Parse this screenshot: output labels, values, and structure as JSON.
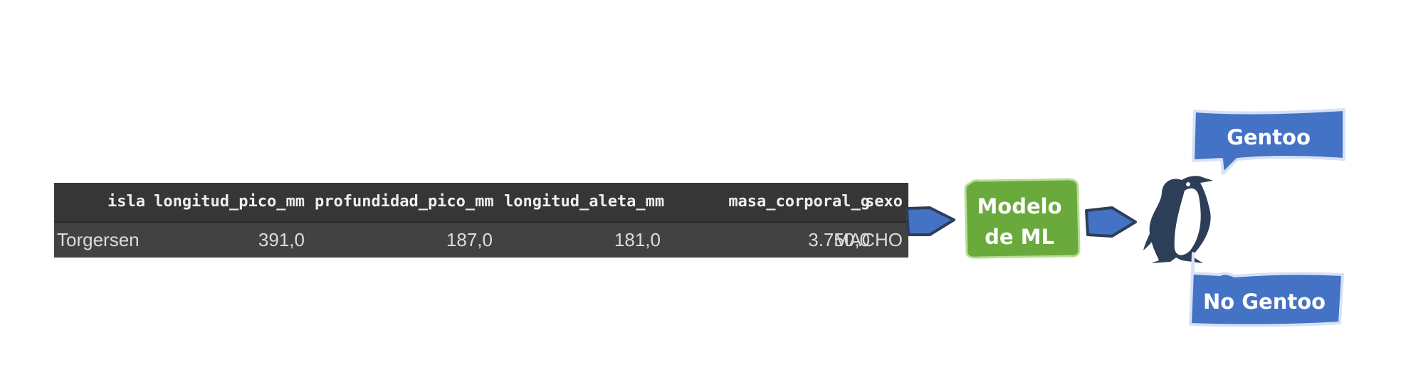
{
  "table": {
    "headers": [
      "isla",
      "longitud_pico_mm",
      "profundidad_pico_mm",
      "longitud_aleta_mm",
      "masa_corporal_g",
      "sexo"
    ],
    "row": [
      "Torgersen",
      "391,0",
      "187,0",
      "181,0",
      "3.750,0",
      "MACHO"
    ]
  },
  "model": {
    "line1": "Modelo",
    "line2": "de ML"
  },
  "outputs": {
    "positive": "Gentoo",
    "negative": "No Gentoo"
  },
  "colors": {
    "table_background": "#3c3c3c",
    "arrow_fill": "#4472c4",
    "model_fill": "#6aaa3c",
    "output_fill": "#4472c4",
    "penguin": "#2d3e58"
  },
  "icons": {
    "penguin": "penguin-icon",
    "arrow": "arrow-right-icon"
  }
}
